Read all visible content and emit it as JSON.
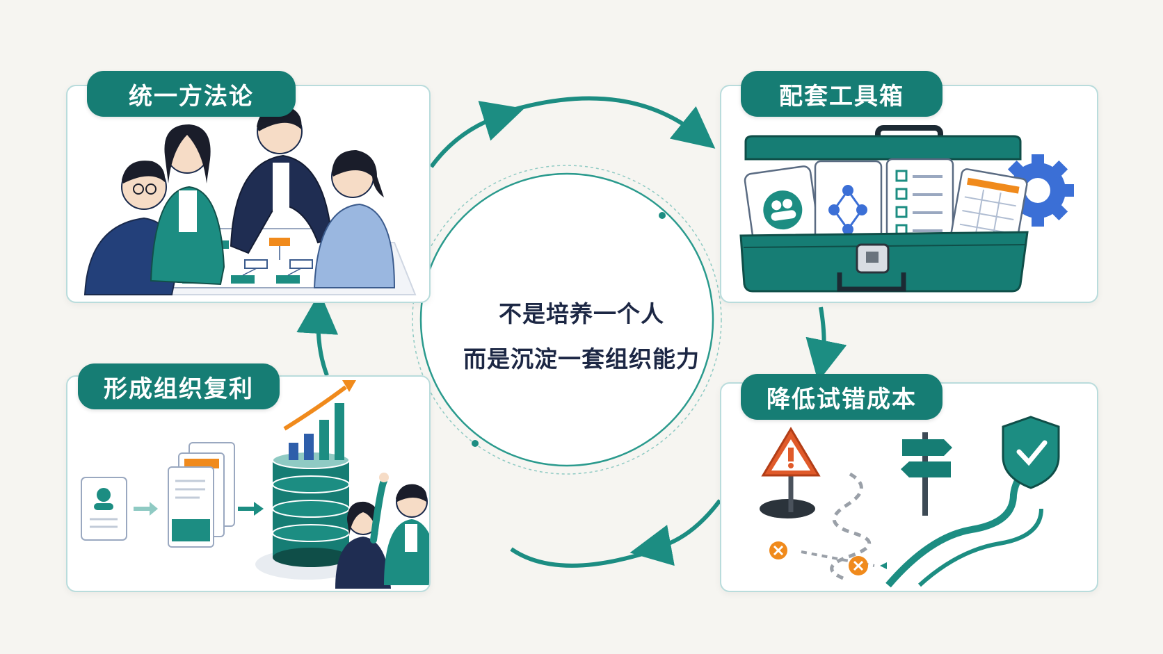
{
  "center": {
    "line1": "不是培养一个人",
    "line2": "而是沉淀一套组织能力"
  },
  "stages": [
    {
      "title": "统一方法论",
      "icon": "team-meeting-icon"
    },
    {
      "title": "配套工具箱",
      "icon": "toolbox-icon"
    },
    {
      "title": "降低试错成本",
      "icon": "risk-path-icon"
    },
    {
      "title": "形成组织复利",
      "icon": "growth-database-icon"
    }
  ],
  "colors": {
    "primary": "#167d74",
    "accent_orange": "#f08a1c",
    "warning_red": "#e05a2a",
    "text_dark": "#1c2744",
    "border": "#b9dcdc"
  }
}
